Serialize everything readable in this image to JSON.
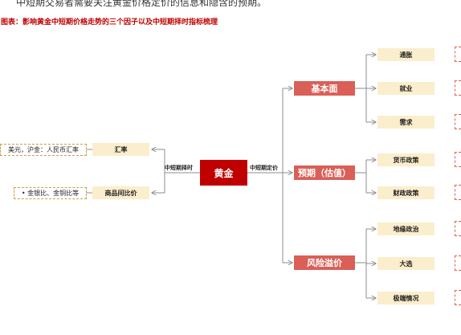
{
  "intro_text": "中短期交易者需要关注黄金价格定价的信息和隐含的预期。",
  "caption": "图表：影响黄金中短期价格走势的三个因子以及中短期择时指标梳理",
  "center": {
    "label": "黄金"
  },
  "edges": {
    "left_label": "中短期择时",
    "right_label": "中短期定价"
  },
  "left_nodes": [
    {
      "label": "汇率",
      "note": "美元，沪金：人民币汇率"
    },
    {
      "label": "商品间比价",
      "note": "•  金银比、金铜比等"
    }
  ],
  "factors": [
    {
      "label": "基本面",
      "children": [
        "通胀",
        "就业",
        "需求"
      ]
    },
    {
      "label": "预期（估值）",
      "children": [
        "货币政策",
        "财政政策"
      ]
    },
    {
      "label": "风险溢价",
      "children": [
        "地缘政治",
        "大选",
        "极端情况"
      ]
    }
  ],
  "colors": {
    "gold": "#c00000",
    "factor": "#d95f57",
    "leaf": "#fbeecc",
    "line": "#8c8c8c",
    "note_border": "#c9a24b"
  }
}
